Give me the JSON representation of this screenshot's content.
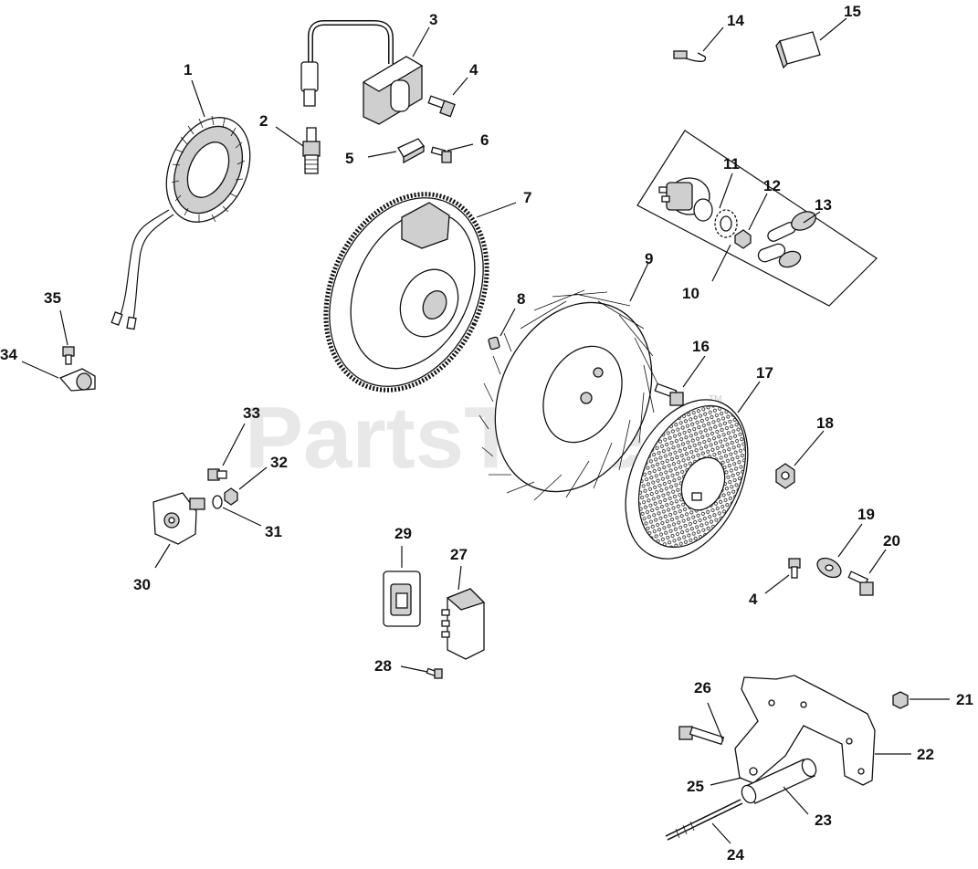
{
  "watermark": {
    "text": "PartsTree",
    "trademark": "TM"
  },
  "callouts": [
    {
      "id": "c1",
      "label": "1"
    },
    {
      "id": "c2",
      "label": "2"
    },
    {
      "id": "c3",
      "label": "3"
    },
    {
      "id": "c4a",
      "label": "4"
    },
    {
      "id": "c5",
      "label": "5"
    },
    {
      "id": "c6",
      "label": "6"
    },
    {
      "id": "c7",
      "label": "7"
    },
    {
      "id": "c8",
      "label": "8"
    },
    {
      "id": "c9",
      "label": "9"
    },
    {
      "id": "c10",
      "label": "10"
    },
    {
      "id": "c11",
      "label": "11"
    },
    {
      "id": "c12",
      "label": "12"
    },
    {
      "id": "c13",
      "label": "13"
    },
    {
      "id": "c14",
      "label": "14"
    },
    {
      "id": "c15",
      "label": "15"
    },
    {
      "id": "c16",
      "label": "16"
    },
    {
      "id": "c17",
      "label": "17"
    },
    {
      "id": "c18",
      "label": "18"
    },
    {
      "id": "c19",
      "label": "19"
    },
    {
      "id": "c20",
      "label": "20"
    },
    {
      "id": "c4b",
      "label": "4"
    },
    {
      "id": "c21",
      "label": "21"
    },
    {
      "id": "c22",
      "label": "22"
    },
    {
      "id": "c23",
      "label": "23"
    },
    {
      "id": "c24",
      "label": "24"
    },
    {
      "id": "c25",
      "label": "25"
    },
    {
      "id": "c26",
      "label": "26"
    },
    {
      "id": "c27",
      "label": "27"
    },
    {
      "id": "c28",
      "label": "28"
    },
    {
      "id": "c29",
      "label": "29"
    },
    {
      "id": "c30",
      "label": "30"
    },
    {
      "id": "c31",
      "label": "31"
    },
    {
      "id": "c32",
      "label": "32"
    },
    {
      "id": "c33",
      "label": "33"
    },
    {
      "id": "c34",
      "label": "34"
    },
    {
      "id": "c35",
      "label": "35"
    }
  ]
}
